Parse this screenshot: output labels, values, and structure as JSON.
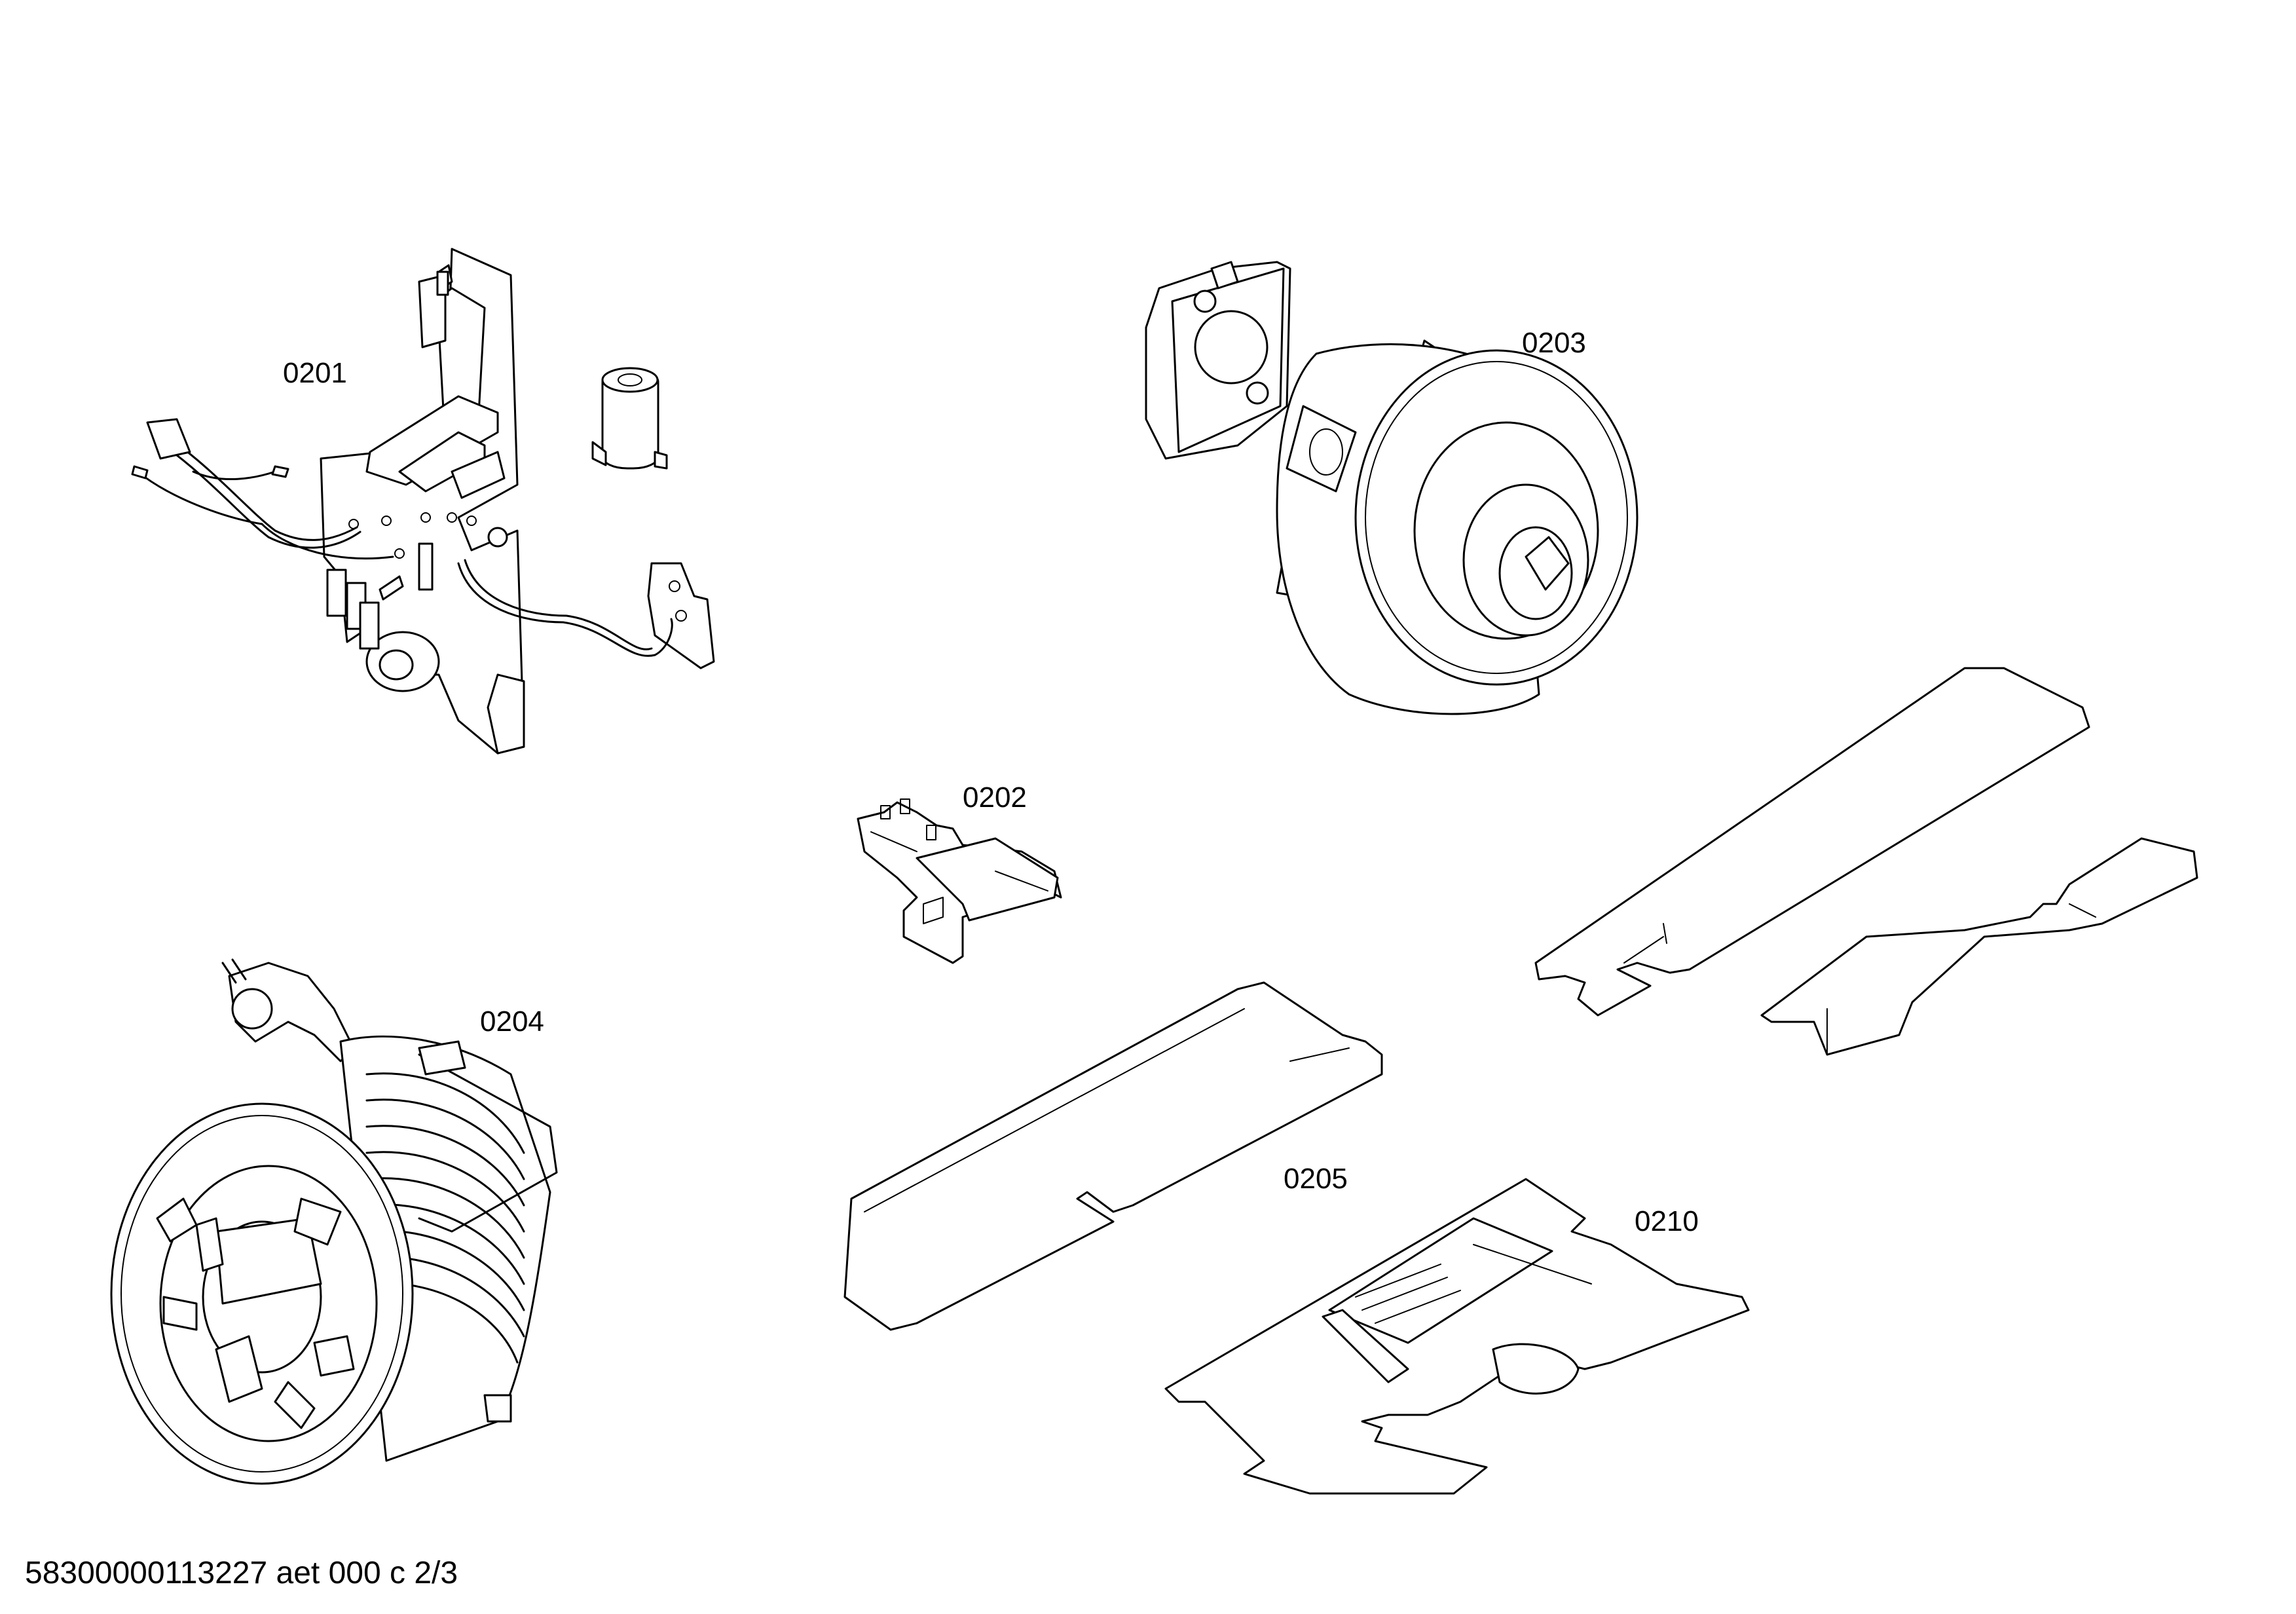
{
  "parts": [
    {
      "id": "0201",
      "label": "0201",
      "icon": "control-board-assembly-icon"
    },
    {
      "id": "0202",
      "label": "0202",
      "icon": "switch-clip-icon"
    },
    {
      "id": "0203",
      "label": "0203",
      "icon": "motor-icon"
    },
    {
      "id": "0204",
      "label": "0204",
      "icon": "cable-reel-icon"
    },
    {
      "id": "0205",
      "label": "0205",
      "icon": "filter-strip-icon"
    },
    {
      "id": "0210",
      "label": "0210",
      "icon": "gasket-plate-icon"
    }
  ],
  "footer": {
    "text": "58300000113227 aet 000 c 2/3"
  }
}
